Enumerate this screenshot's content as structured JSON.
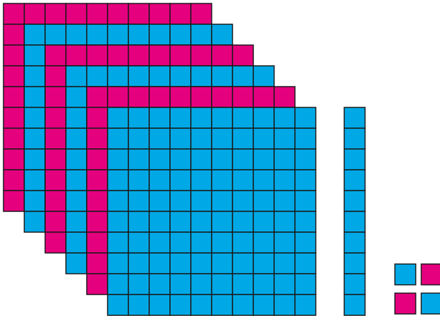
{
  "colors": {
    "magenta": "#e5007e",
    "cyan": "#00a9e6",
    "outline": "#1a1a1a",
    "background": "#ffffff"
  },
  "figure": {
    "description_free": true,
    "squares": [
      {
        "color": "magenta",
        "side_units": 10
      },
      {
        "color": "cyan",
        "side_units": 10
      },
      {
        "color": "magenta",
        "side_units": 10
      },
      {
        "color": "cyan",
        "side_units": 10
      },
      {
        "color": "magenta",
        "side_units": 10
      },
      {
        "color": "cyan",
        "side_units": 10
      }
    ],
    "rod": {
      "color": "cyan",
      "units": 10
    },
    "units": [
      {
        "color": "cyan"
      },
      {
        "color": "magenta"
      },
      {
        "color": "magenta"
      },
      {
        "color": "cyan"
      }
    ]
  }
}
